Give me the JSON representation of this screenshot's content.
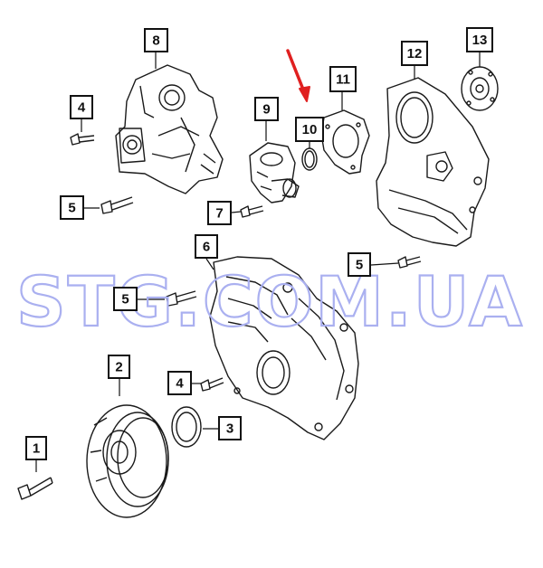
{
  "callouts": {
    "c1": "1",
    "c2": "2",
    "c3": "3",
    "c4a": "4",
    "c4b": "4",
    "c5a": "5",
    "c5b": "5",
    "c5c": "5",
    "c6": "6",
    "c7": "7",
    "c8": "8",
    "c9": "9",
    "c10": "10",
    "c11": "11",
    "c12": "12",
    "c13": "13"
  },
  "watermark": {
    "text": "STG.COM.UA",
    "color": "#aab0f0"
  },
  "colors": {
    "line": "#1a1a1a",
    "arrow": "#e02020"
  }
}
